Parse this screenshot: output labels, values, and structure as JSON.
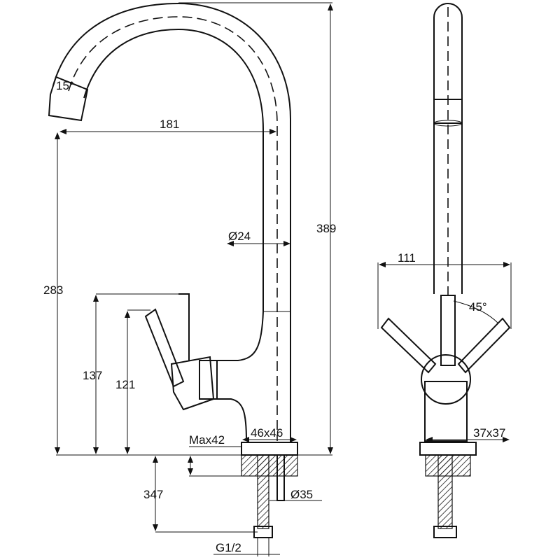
{
  "front_view": {
    "angle_spout": "15°",
    "reach": "181",
    "total_height": "389",
    "spout_diameter": "Ø24",
    "spout_height": "283",
    "lever_height": "137",
    "body_height": "121",
    "max_counter": "Max42",
    "base_size": "46x46",
    "hose_length": "347",
    "hole_diameter": "Ø35",
    "thread": "G1/2"
  },
  "side_view": {
    "handle_span": "111",
    "handle_angle": "45°",
    "base_size": "37x37"
  }
}
